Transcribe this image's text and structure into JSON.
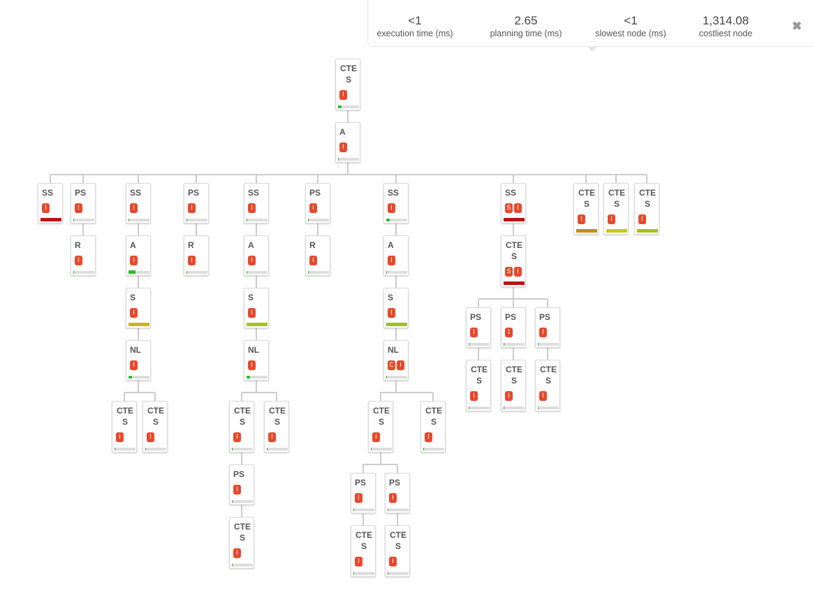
{
  "stats": {
    "execution_time": "<1",
    "execution_time_label": "execution time (ms)",
    "planning_time": "2.65",
    "planning_time_label": "planning time (ms)",
    "slowest_node": "<1",
    "slowest_node_label": "slowest node (ms)",
    "costliest_node": "1,314.08",
    "costliest_node_label": "costliest node",
    "close_glyph": "✖"
  },
  "colors": {
    "badge": "#e8492c",
    "edge": "#cccccc",
    "bar_track": "#dddddd"
  },
  "nodes": [
    {
      "id": "n1",
      "title": "CTE S",
      "badges": [
        "I"
      ],
      "bar": {
        "fill": 0.15,
        "color": "#22bb22",
        "style": "dot"
      }
    },
    {
      "id": "n2",
      "title": "A",
      "badges": [
        "I"
      ],
      "bar": {
        "fill": 0.03,
        "color": "#44aa33",
        "style": "tick"
      }
    },
    {
      "id": "n3",
      "title": "SS",
      "badges": [
        "I"
      ],
      "bar": {
        "fill": 1.0,
        "color": "#bb1111",
        "style": "thick"
      }
    },
    {
      "id": "n4",
      "title": "PS",
      "badges": [
        "I"
      ],
      "bar": {
        "fill": 0.03,
        "color": "#44aa33",
        "style": "tick"
      }
    },
    {
      "id": "n5",
      "title": "R",
      "badges": [
        "I"
      ],
      "bar": {
        "fill": 0.03,
        "color": "#44aa33",
        "style": "tick"
      }
    },
    {
      "id": "n6",
      "title": "SS",
      "badges": [
        "I"
      ],
      "bar": {
        "fill": 0.03,
        "color": "#44aa33",
        "style": "tick"
      }
    },
    {
      "id": "n7",
      "title": "A",
      "badges": [
        "I"
      ],
      "bar": {
        "fill": 0.32,
        "color": "#33bb22",
        "style": "thick"
      }
    },
    {
      "id": "n8",
      "title": "S",
      "badges": [
        "I"
      ],
      "bar": {
        "fill": 1.0,
        "color": "#c8b810",
        "style": "thick"
      }
    },
    {
      "id": "n9",
      "title": "NL",
      "badges": [
        "I"
      ],
      "bar": {
        "fill": 0.15,
        "color": "#22bb22",
        "style": "dot"
      }
    },
    {
      "id": "n10",
      "title": "CTE S",
      "badges": [
        "I"
      ],
      "bar": {
        "fill": 0.03,
        "color": "#44aa33",
        "style": "tick"
      }
    },
    {
      "id": "n11",
      "title": "CTE S",
      "badges": [
        "I"
      ],
      "bar": {
        "fill": 0.03,
        "color": "#44aa33",
        "style": "tick"
      }
    },
    {
      "id": "n12",
      "title": "PS",
      "badges": [
        "I"
      ],
      "bar": {
        "fill": 0.03,
        "color": "#44aa33",
        "style": "tick"
      }
    },
    {
      "id": "n13",
      "title": "R",
      "badges": [
        "I"
      ],
      "bar": {
        "fill": 0.03,
        "color": "#44aa33",
        "style": "tick"
      }
    },
    {
      "id": "n14",
      "title": "SS",
      "badges": [
        "I"
      ],
      "bar": {
        "fill": 0.03,
        "color": "#44aa33",
        "style": "tick"
      }
    },
    {
      "id": "n15",
      "title": "A",
      "badges": [
        "I"
      ],
      "bar": {
        "fill": 0.03,
        "color": "#44aa33",
        "style": "tick"
      }
    },
    {
      "id": "n16",
      "title": "S",
      "badges": [
        "I"
      ],
      "bar": {
        "fill": 1.0,
        "color": "#a8c020",
        "style": "thick"
      }
    },
    {
      "id": "n17",
      "title": "NL",
      "badges": [
        "I"
      ],
      "bar": {
        "fill": 0.15,
        "color": "#22bb22",
        "style": "dot"
      }
    },
    {
      "id": "n18",
      "title": "CTE S",
      "badges": [
        "I"
      ],
      "bar": {
        "fill": 0.03,
        "color": "#44aa33",
        "style": "tick"
      }
    },
    {
      "id": "n19",
      "title": "CTE S",
      "badges": [
        "I"
      ],
      "bar": {
        "fill": 0.03,
        "color": "#44aa33",
        "style": "tick"
      }
    },
    {
      "id": "n20",
      "title": "PS",
      "badges": [
        "I"
      ],
      "bar": {
        "fill": 0.03,
        "color": "#44aa33",
        "style": "tick"
      }
    },
    {
      "id": "n21",
      "title": "CTE S",
      "badges": [
        "I"
      ],
      "bar": {
        "fill": 0.03,
        "color": "#44aa33",
        "style": "tick"
      }
    },
    {
      "id": "n22",
      "title": "PS",
      "badges": [
        "I"
      ],
      "bar": {
        "fill": 0.03,
        "color": "#44aa33",
        "style": "tick"
      }
    },
    {
      "id": "n23",
      "title": "R",
      "badges": [
        "I"
      ],
      "bar": {
        "fill": 0.03,
        "color": "#44aa33",
        "style": "tick"
      }
    },
    {
      "id": "n24",
      "title": "SS",
      "badges": [
        "I"
      ],
      "bar": {
        "fill": 0.15,
        "color": "#22bb22",
        "style": "dot"
      }
    },
    {
      "id": "n25",
      "title": "A",
      "badges": [
        "I"
      ],
      "bar": {
        "fill": 0.03,
        "color": "#44aa33",
        "style": "tick"
      }
    },
    {
      "id": "n26",
      "title": "S",
      "badges": [
        "I"
      ],
      "bar": {
        "fill": 1.0,
        "color": "#9ec020",
        "style": "thick"
      }
    },
    {
      "id": "n27",
      "title": "NL",
      "badges": [
        "C",
        "I"
      ],
      "bar": {
        "fill": 0.03,
        "color": "#44aa33",
        "style": "tick"
      }
    },
    {
      "id": "n28",
      "title": "CTE S",
      "badges": [
        "I"
      ],
      "bar": {
        "fill": 0.03,
        "color": "#44aa33",
        "style": "tick"
      }
    },
    {
      "id": "n29",
      "title": "CTE S",
      "badges": [
        "I"
      ],
      "bar": {
        "fill": 0.03,
        "color": "#44aa33",
        "style": "tick"
      }
    },
    {
      "id": "n30",
      "title": "PS",
      "badges": [
        "I"
      ],
      "bar": {
        "fill": 0.03,
        "color": "#44aa33",
        "style": "tick"
      }
    },
    {
      "id": "n31",
      "title": "CTE S",
      "badges": [
        "I"
      ],
      "bar": {
        "fill": 0.03,
        "color": "#44aa33",
        "style": "tick"
      }
    },
    {
      "id": "n32",
      "title": "PS",
      "badges": [
        "I"
      ],
      "bar": {
        "fill": 0.03,
        "color": "#44aa33",
        "style": "tick"
      }
    },
    {
      "id": "n33",
      "title": "CTE S",
      "badges": [
        "I"
      ],
      "bar": {
        "fill": 0.03,
        "color": "#44aa33",
        "style": "tick"
      }
    },
    {
      "id": "n34",
      "title": "SS",
      "badges": [
        "S",
        "I"
      ],
      "bar": {
        "fill": 1.0,
        "color": "#bb1111",
        "style": "thick"
      }
    },
    {
      "id": "n35",
      "title": "CTE S",
      "badges": [
        "S",
        "I"
      ],
      "bar": {
        "fill": 1.0,
        "color": "#bb1111",
        "style": "thick"
      }
    },
    {
      "id": "n36",
      "title": "PS",
      "badges": [
        "I"
      ],
      "bar": {
        "fill": 0.03,
        "color": "#44aa33",
        "style": "tick"
      }
    },
    {
      "id": "n37",
      "title": "CTE S",
      "badges": [
        "I"
      ],
      "bar": {
        "fill": 0.03,
        "color": "#44aa33",
        "style": "tick"
      }
    },
    {
      "id": "n38",
      "title": "PS",
      "badges": [
        "I"
      ],
      "bar": {
        "fill": 0.03,
        "color": "#44aa33",
        "style": "tick"
      }
    },
    {
      "id": "n39",
      "title": "CTE S",
      "badges": [
        "I"
      ],
      "bar": {
        "fill": 0.03,
        "color": "#44aa33",
        "style": "tick"
      }
    },
    {
      "id": "n40",
      "title": "PS",
      "badges": [
        "I"
      ],
      "bar": {
        "fill": 0.03,
        "color": "#44aa33",
        "style": "tick"
      }
    },
    {
      "id": "n41",
      "title": "CTE S",
      "badges": [
        "I"
      ],
      "bar": {
        "fill": 0.03,
        "color": "#44aa33",
        "style": "tick"
      }
    },
    {
      "id": "n42",
      "title": "CTE S",
      "badges": [
        "I"
      ],
      "bar": {
        "fill": 1.0,
        "color": "#c88820",
        "style": "thick"
      }
    },
    {
      "id": "n43",
      "title": "CTE S",
      "badges": [
        "I"
      ],
      "bar": {
        "fill": 1.0,
        "color": "#c8c820",
        "style": "thick"
      }
    },
    {
      "id": "n44",
      "title": "CTE S",
      "badges": [
        "I"
      ],
      "bar": {
        "fill": 1.0,
        "color": "#a8c020",
        "style": "thick"
      }
    }
  ]
}
